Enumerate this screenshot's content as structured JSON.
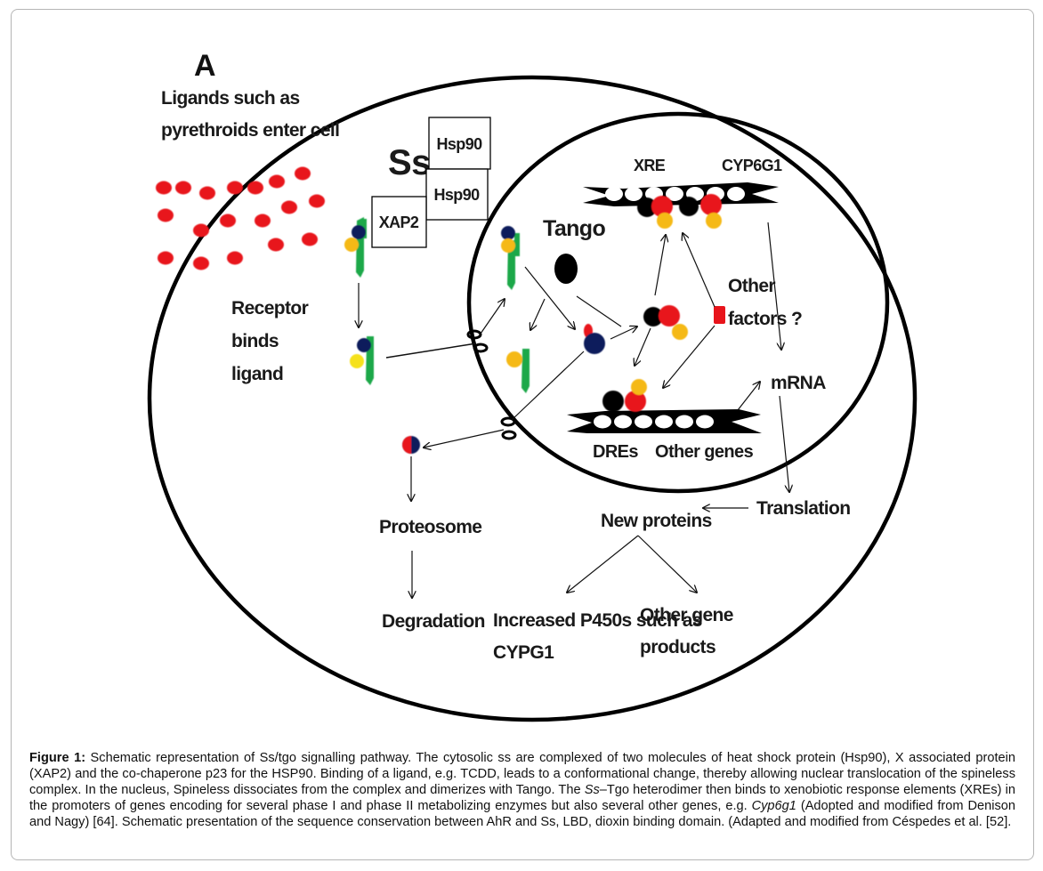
{
  "figure": {
    "panel_label": "A",
    "labels": {
      "ligands_line1": "Ligands such as",
      "ligands_line2": "pyrethroids enter cell",
      "ss": "Ss",
      "hsp90_top": "Hsp90",
      "hsp90_bottom": "Hsp90",
      "xap2": "XAP2",
      "receptor_line1": "Receptor",
      "receptor_line2": "binds",
      "receptor_line3": "ligand",
      "tango": "Tango",
      "xre": "XRE",
      "cyp6g1": "CYP6G1",
      "other_factors_line1": "Other",
      "other_factors_line2": "factors ?",
      "mrna": "mRNA",
      "dres": "DREs",
      "other_genes": "Other genes",
      "translation": "Translation",
      "new_proteins": "New proteins",
      "proteosome": "Proteosome",
      "degradation": "Degradation",
      "increased_line1": "Increased  P450s such as",
      "increased_line2": "CYPG1",
      "other_gene_products_line1": "Other gene",
      "other_gene_products_line2": "products"
    },
    "colors": {
      "ligand": "#e8141b",
      "receptor_green": "#1fa84a",
      "navy": "#0d1f5c",
      "yellow": "#f5b915",
      "red": "#e8141b",
      "black": "#000000"
    }
  },
  "caption": {
    "label": "Figure 1:",
    "part1": " Schematic representation of Ss/tgo signalling pathway. The cytosolic ss are complexed of two molecules of heat shock protein (Hsp90), X associated protein (XAP2) and the co-chaperone p23 for the HSP90. Binding of a ligand, e.g. TCDD, leads to a conformational change, thereby allowing nuclear translocation of the spineless complex. In the nucleus, Spineless dissociates from the complex and dimerizes with Tango. The ",
    "italic1": "Ss",
    "part2": "–Tgo heterodimer then binds to xenobiotic response elements (XREs) in the promoters of genes encoding for several phase I and phase II metabolizing enzymes but also several other genes, e.g. ",
    "italic2": "Cyp6g1",
    "part3": " (Adopted and modified from Denison and Nagy) [64]. Schematic presentation of the sequence conservation between AhR and Ss, LBD, dioxin binding domain. (Adapted and modified from Céspedes et al. [52]."
  }
}
